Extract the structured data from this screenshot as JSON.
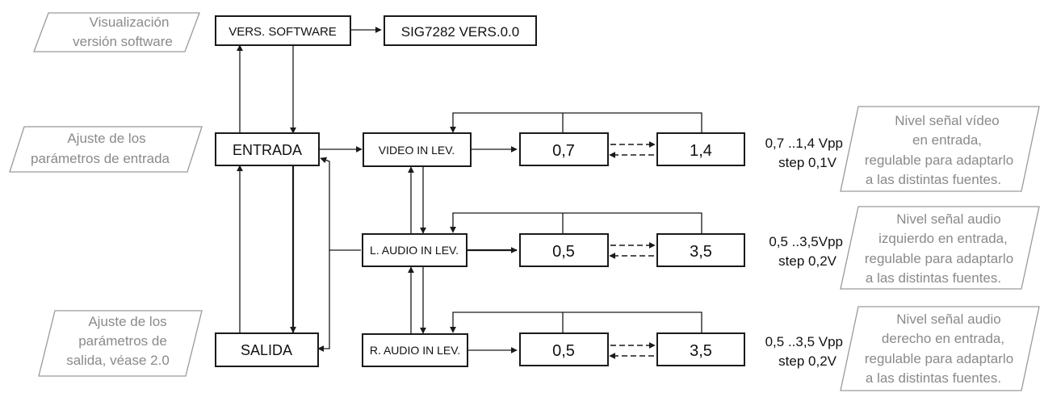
{
  "notes": {
    "version": [
      "Visualización",
      "versión software"
    ],
    "entrada": [
      "Ajuste de los",
      "parámetros de entrada"
    ],
    "salida": [
      "Ajuste de los",
      "parámetros de",
      "salida, véase 2.0"
    ],
    "video": [
      "Nivel señal vídeo",
      "en entrada,",
      "regulable para adaptarlo",
      "a las distintas fuentes."
    ],
    "laudio": [
      "Nivel señal audio",
      "izquierdo en entrada,",
      "regulable para adaptarlo",
      "a las distintas fuentes."
    ],
    "raudio": [
      "Nivel señal audio",
      "derecho en entrada,",
      "regulable para adaptarlo",
      "a las distintas fuentes."
    ]
  },
  "boxes": {
    "vers_software": "VERS. SOFTWARE",
    "vers_value": "SIG7282 VERS.0.0",
    "entrada": "ENTRADA",
    "salida": "SALIDA",
    "video_in": "VIDEO IN LEV.",
    "l_audio_in": "L. AUDIO IN LEV.",
    "r_audio_in": "R. AUDIO IN LEV.",
    "video_min": "0,7",
    "video_max": "1,4",
    "laudio_min": "0,5",
    "laudio_max": "3,5",
    "raudio_min": "0,5",
    "raudio_max": "3,5"
  },
  "ranges": {
    "video": [
      "0,7 ..1,4 Vpp",
      "step 0,1V"
    ],
    "laudio": [
      "0,5 ..3,5Vpp",
      "step 0,2V"
    ],
    "raudio": [
      "0,5 ..3,5 Vpp",
      "step 0,2V"
    ]
  }
}
